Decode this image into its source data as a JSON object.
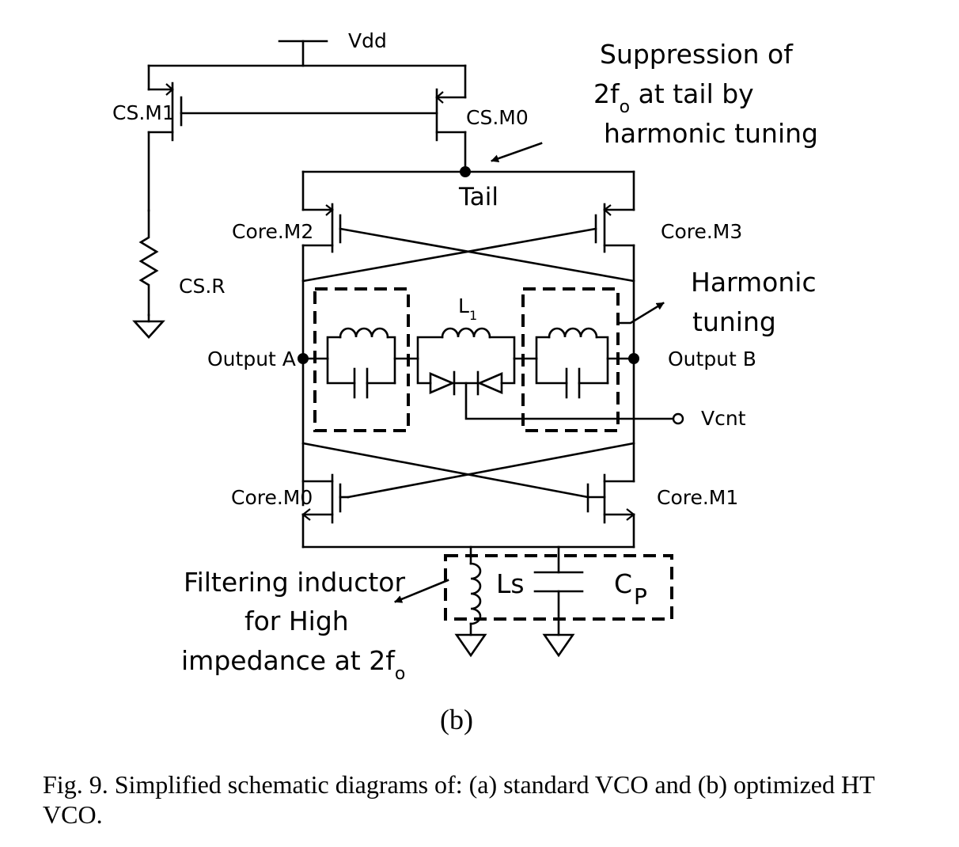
{
  "labels": {
    "vdd": "Vdd",
    "cs_m1": "CS.M1",
    "cs_m0": "CS.M0",
    "cs_r": "CS.R",
    "tail": "Tail",
    "core_m2": "Core.M2",
    "core_m3": "Core.M3",
    "core_m0": "Core.M0",
    "core_m1": "Core.M1",
    "output_a": "Output A",
    "output_b": "Output B",
    "vcnt": "Vcnt",
    "l1_main": "L",
    "l1_sub": "1",
    "ls": "Ls",
    "cp_main": "C",
    "cp_sub": "P"
  },
  "annotations": {
    "suppression_line1": "Suppression of",
    "suppression_line2_pre": "2f",
    "suppression_line2_sub": "o",
    "suppression_line2_post": " at tail by",
    "suppression_line3": "harmonic tuning",
    "harmonic_line1": "Harmonic",
    "harmonic_line2": "tuning",
    "filtering_line1": "Filtering inductor",
    "filtering_line2": "for High",
    "filtering_line3_pre": "impedance at 2f",
    "filtering_line3_sub": "o"
  },
  "panel_label": "(b)",
  "caption": "Fig. 9.   Simplified schematic diagrams of: (a) standard VCO and (b) optimized HT VCO."
}
